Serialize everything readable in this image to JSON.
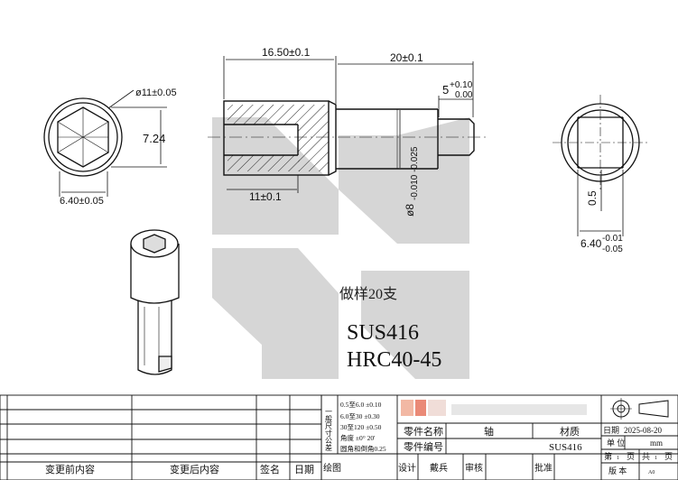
{
  "dims": {
    "length_left": "16.50±0.1",
    "length_right": "20±0.1",
    "step_upper": "+0.10",
    "step_lower": "0.00",
    "step_base": "5",
    "bore_depth": "11±0.1",
    "shaft_dia_base": "ø8",
    "shaft_dia_tol": "-0.010 -0.025",
    "head_dia": "ø11±0.05",
    "hex_height": "7.24",
    "hex_width": "6.40±0.05",
    "flat_depth": "0.5",
    "right_width_base": "6.40",
    "right_width_upper": "-0.01",
    "right_width_lower": "-0.05"
  },
  "notes": {
    "sample": "做样20支",
    "material": "SUS416",
    "hardness": "HRC40-45"
  },
  "tolerance_table": {
    "side_label": "一般尺寸公差",
    "rows": [
      "0.5至6.0  ±0.10",
      "6.0至30  ±0.30",
      "30至120  ±0.50",
      "角度    ±0° 20'",
      "圆角和倒角0.25"
    ]
  },
  "revision": {
    "before_label": "变更前内容",
    "after_label": "变更后内容",
    "sign_label": "签名",
    "date_label": "日期"
  },
  "title_block": {
    "part_name_label": "零件名称",
    "part_name_value": "轴",
    "material_label": "材质",
    "part_no_label": "零件编号",
    "material_value": "SUS416",
    "date_label": "日期",
    "date_value": "2025-08-20",
    "unit_label": "单 位",
    "unit_value": "mm",
    "page_label": "第",
    "page_num": "1",
    "page_suffix": "页",
    "total_label": "共",
    "total_num": "1",
    "total_suffix": "页",
    "version_label": "版 本",
    "version_value": "A0",
    "drawing_label": "绘图",
    "design_label": "设计",
    "designer": "戴兵",
    "review_label": "审核",
    "approve_label": "批准"
  }
}
